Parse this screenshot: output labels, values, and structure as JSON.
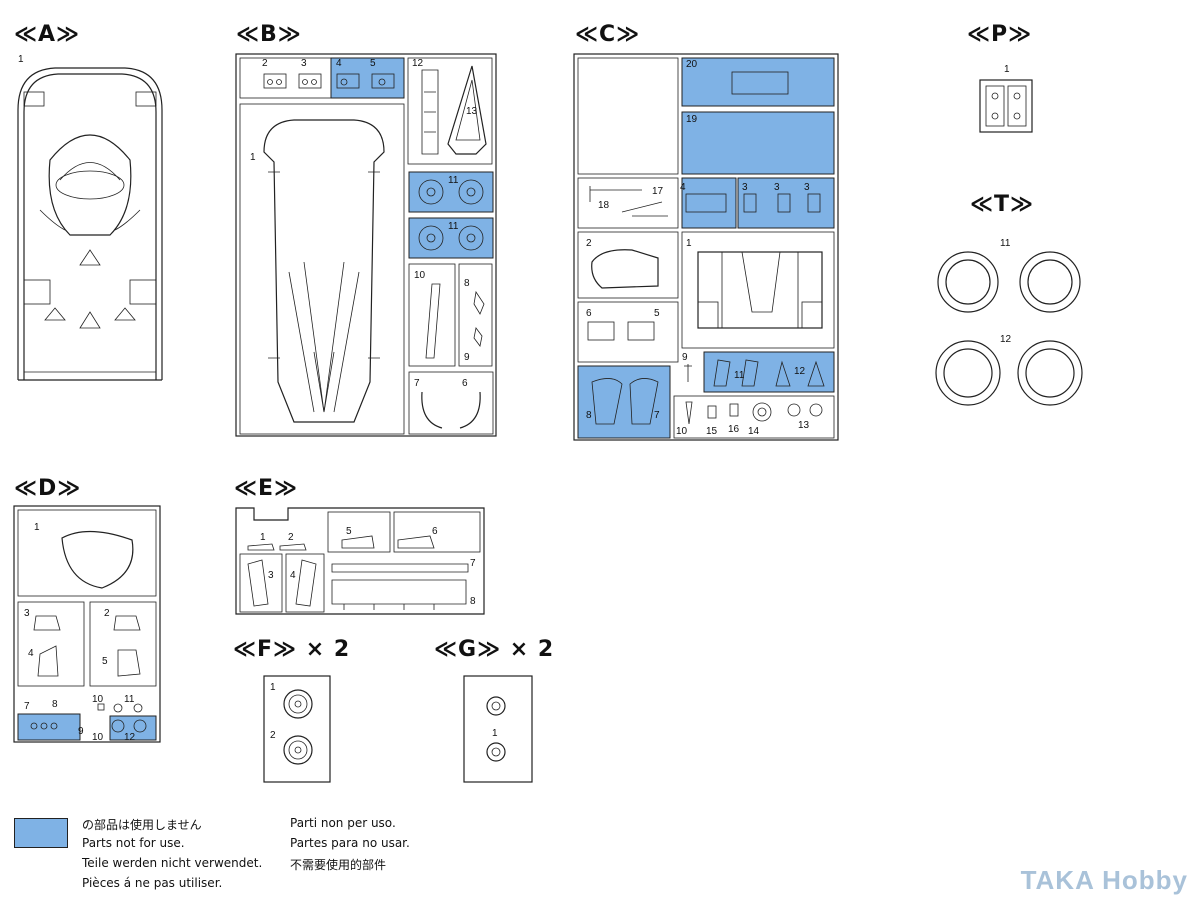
{
  "sprues": {
    "a": {
      "label": "≪A≫",
      "parts": [
        "1"
      ]
    },
    "b": {
      "label": "≪B≫",
      "parts": [
        "1",
        "2",
        "3",
        "4",
        "5",
        "6",
        "7",
        "8",
        "9",
        "10",
        "11",
        "11",
        "12",
        "13"
      ]
    },
    "c": {
      "label": "≪C≫",
      "parts": [
        "20",
        "19",
        "17",
        "18",
        "4",
        "3",
        "3",
        "3",
        "2",
        "1",
        "6",
        "5",
        "9",
        "11",
        "12",
        "8",
        "7",
        "10",
        "15",
        "16",
        "14",
        "13"
      ]
    },
    "p": {
      "label": "≪P≫",
      "parts": [
        "1"
      ]
    },
    "t": {
      "label": "≪T≫",
      "parts": [
        "11",
        "12"
      ]
    },
    "d": {
      "label": "≪D≫",
      "parts": [
        "1",
        "3",
        "2",
        "4",
        "5",
        "7",
        "8",
        "9",
        "10",
        "11",
        "10",
        "12"
      ]
    },
    "e": {
      "label": "≪E≫",
      "parts": [
        "1",
        "2",
        "3",
        "4",
        "5",
        "6",
        "7",
        "8"
      ]
    },
    "f": {
      "label": "≪F≫ × 2",
      "parts": [
        "1",
        "2"
      ]
    },
    "g": {
      "label": "≪G≫ × 2",
      "parts": [
        "1"
      ]
    }
  },
  "colors": {
    "not_for_use": "#7fb2e5"
  },
  "legend": {
    "col1": [
      "の部品は使用しません",
      "Parts not for use.",
      "Teile werden nicht verwendet.",
      "Pièces á ne pas utiliser."
    ],
    "col2": [
      "Parti non per uso.",
      "Partes para no usar.",
      "不需要使用的部件"
    ]
  },
  "watermark": "TAKA Hobby"
}
